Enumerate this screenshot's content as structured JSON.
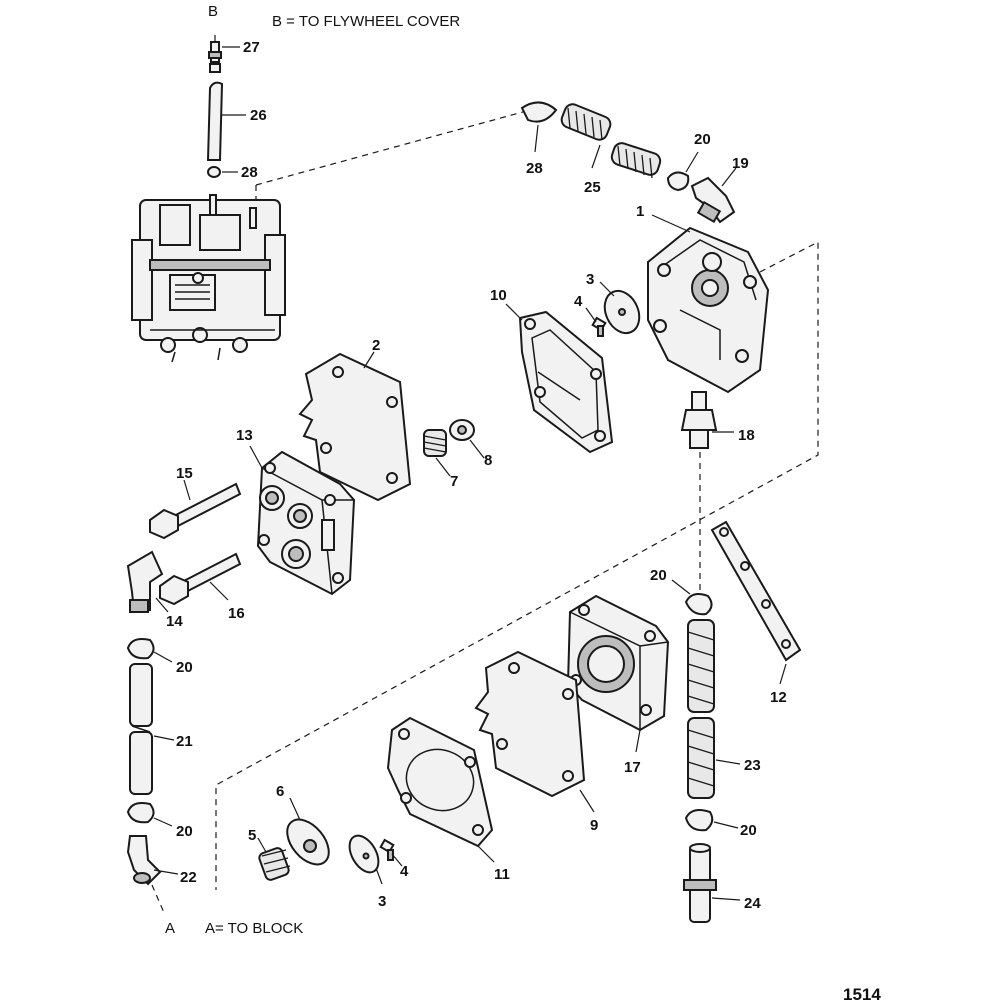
{
  "notes": {
    "b_marker": "B",
    "b_note": "B = TO FLYWHEEL COVER",
    "a_marker": "A",
    "a_note": "A= TO BLOCK"
  },
  "figure_number": "1514",
  "callouts": {
    "c1": "1",
    "c2": "2",
    "c3_top": "3",
    "c3_bottom": "3",
    "c4_top": "4",
    "c4_bottom": "4",
    "c5": "5",
    "c6": "6",
    "c7": "7",
    "c8": "8",
    "c9": "9",
    "c10": "10",
    "c11": "11",
    "c12": "12",
    "c13": "13",
    "c14": "14",
    "c15": "15",
    "c16": "16",
    "c17": "17",
    "c18": "18",
    "c19": "19",
    "c20_top": "20",
    "c20_mid_right": "20",
    "c20_left_upper": "20",
    "c20_left_lower": "20",
    "c20_right_lower": "20",
    "c21": "21",
    "c22": "22",
    "c23": "23",
    "c24": "24",
    "c25": "25",
    "c26": "26",
    "c27": "27",
    "c28_upper": "28",
    "c28_top_hose": "28"
  }
}
